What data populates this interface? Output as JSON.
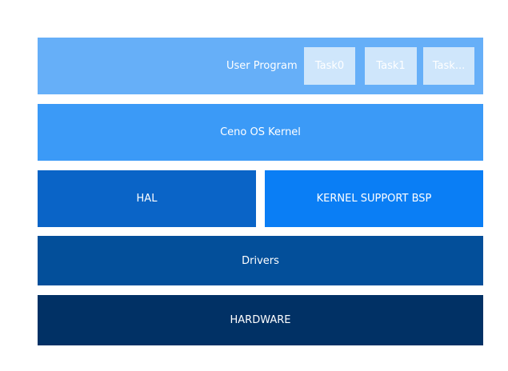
{
  "layers": {
    "user_program": {
      "label": "User Program",
      "tasks": [
        "Task0",
        "Task1",
        "Task..."
      ],
      "color": "#66aff8",
      "task_color": "#cfe6fb"
    },
    "kernel": {
      "label": "Ceno OS Kernel",
      "color": "#3b9af7"
    },
    "hal": {
      "label": "HAL",
      "color": "#0a64c7"
    },
    "bsp": {
      "label": "KERNEL SUPPORT BSP",
      "color": "#0a7ef5"
    },
    "drivers": {
      "label": "Drivers",
      "color": "#034f9a"
    },
    "hardware": {
      "label": "HARDWARE",
      "color": "#013165"
    }
  }
}
